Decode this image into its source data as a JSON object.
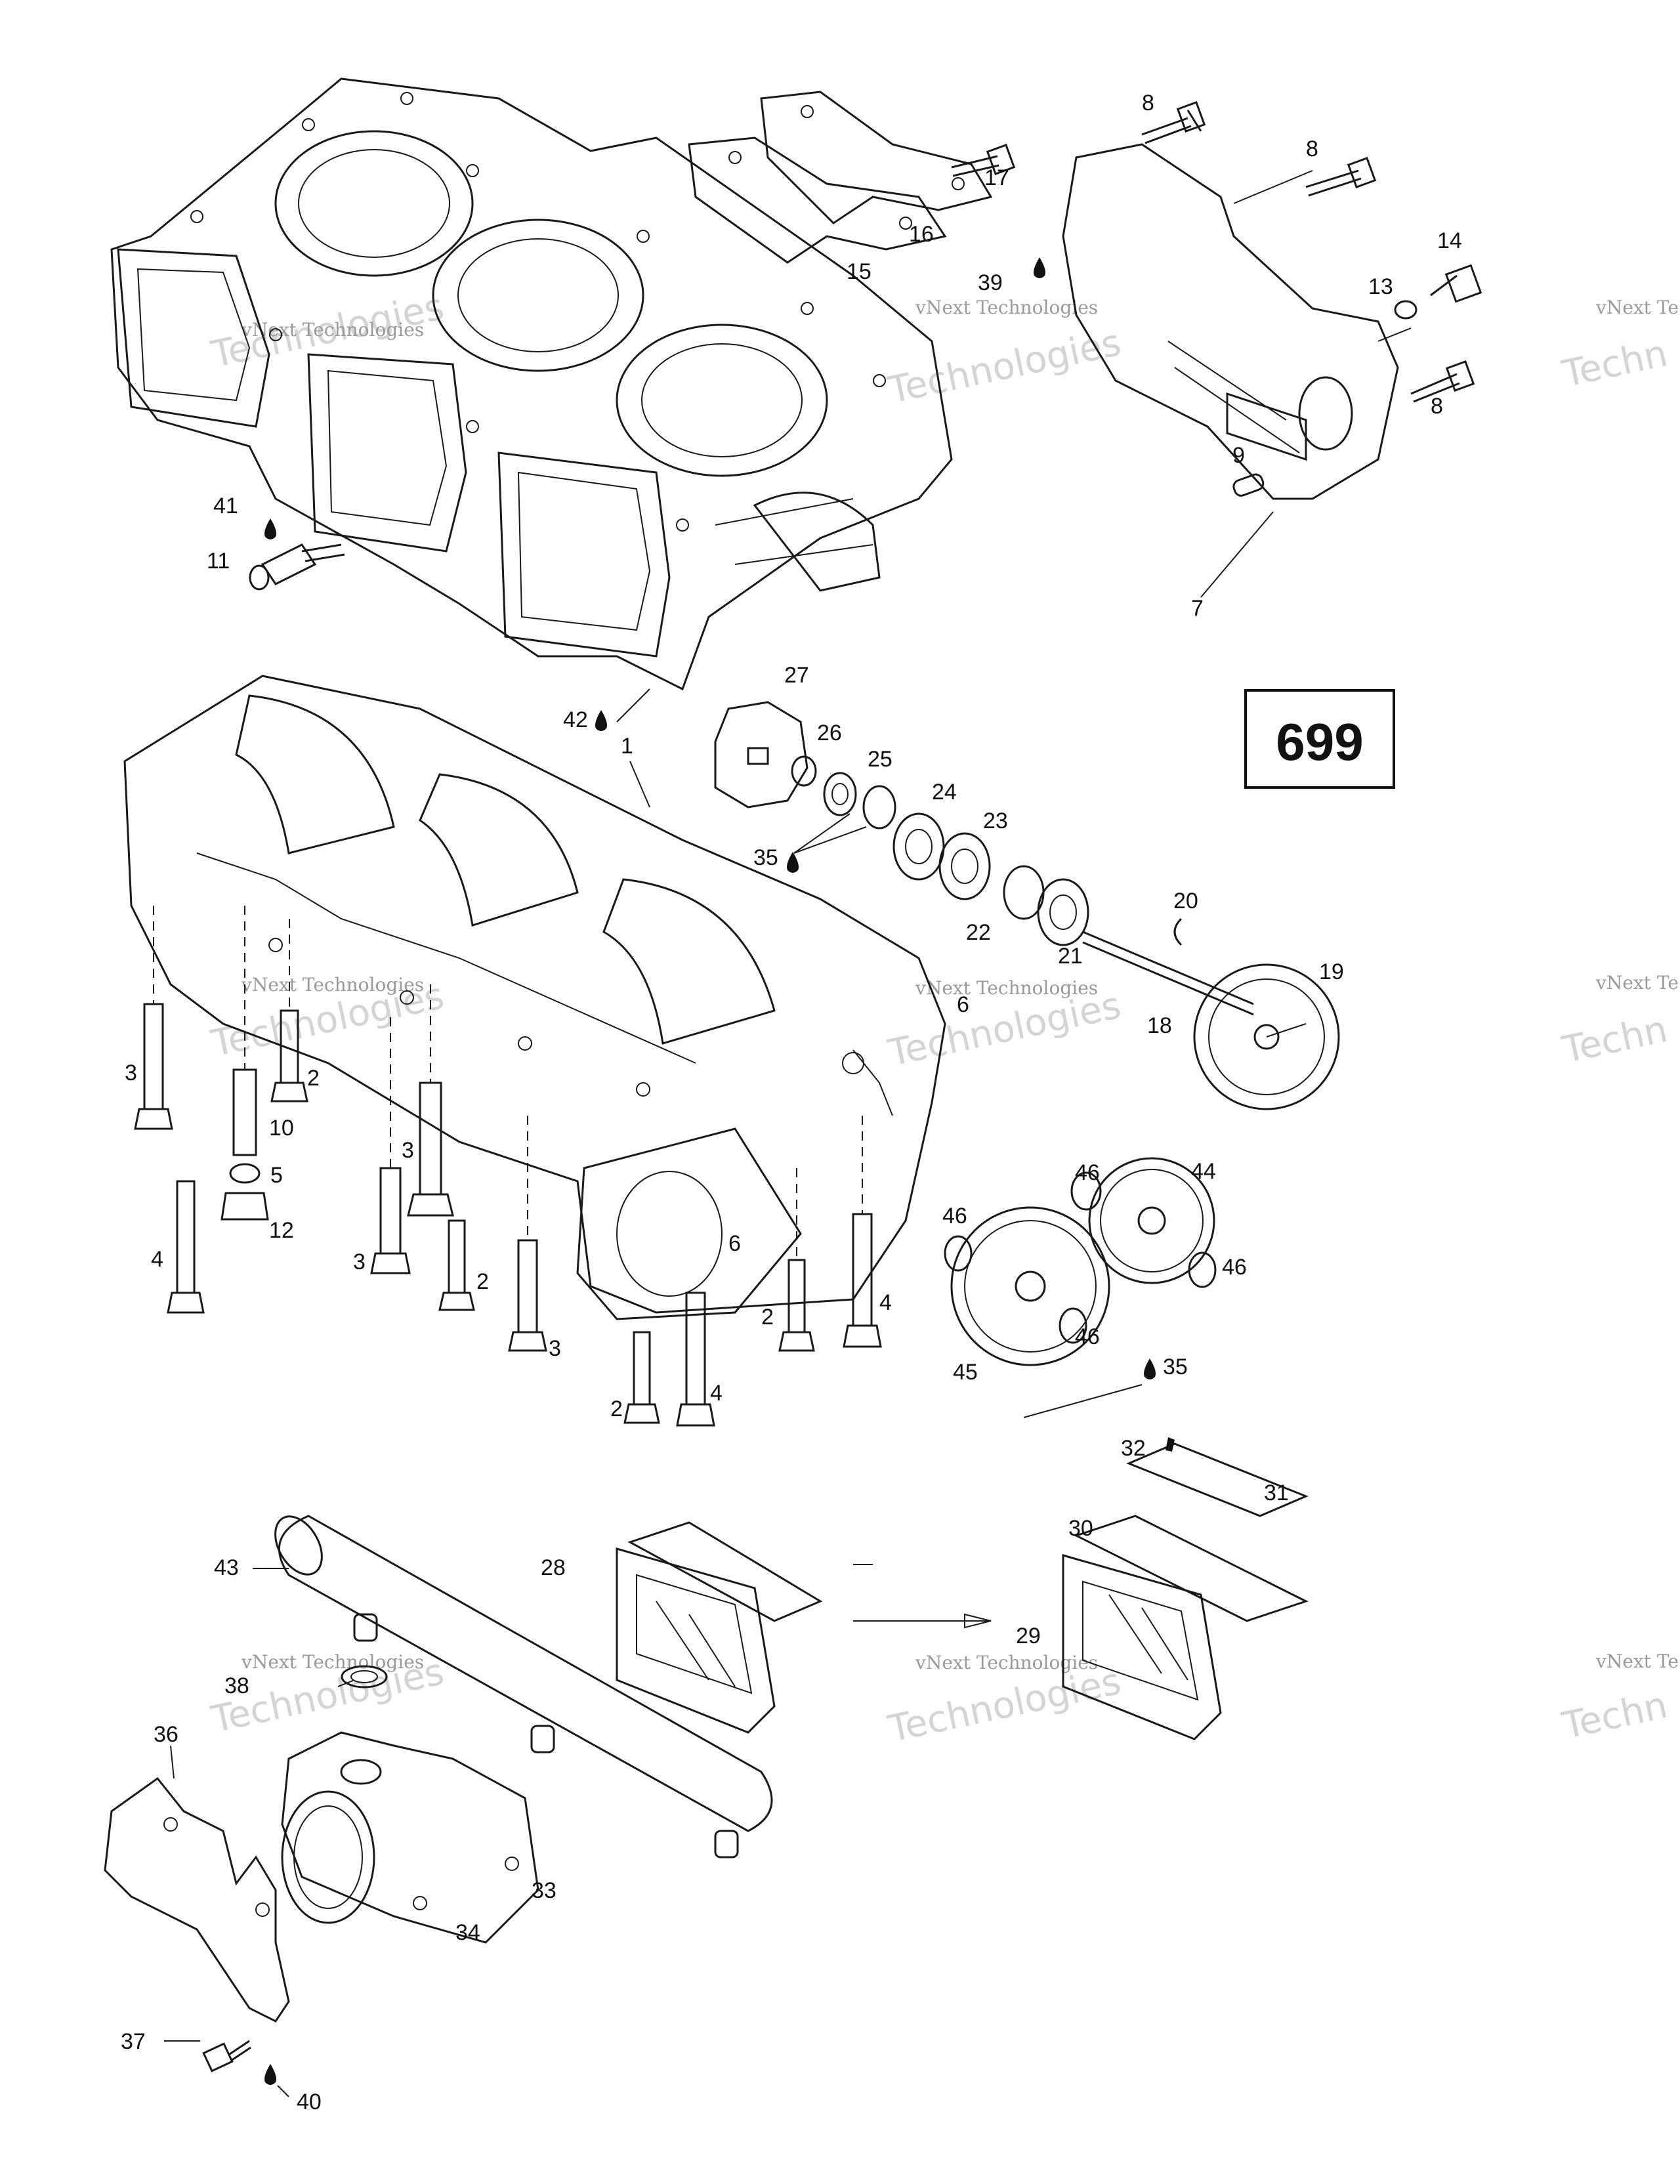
{
  "figure_number": "699",
  "watermarks": [
    {
      "line1": "vNext Technologies",
      "line2": "Technologies"
    },
    {
      "line1": "vNext Technologies",
      "line2": "Technologies"
    },
    {
      "line1": "vNext Te",
      "line2": "Techn"
    },
    {
      "line1": "vNext Technologies",
      "line2": "Technologies"
    },
    {
      "line1": "vNext Technologies",
      "line2": "Technologies"
    },
    {
      "line1": "vNext Te",
      "line2": "Techn"
    },
    {
      "line1": "vNext Technologies",
      "line2": "Technologies"
    },
    {
      "line1": "vNext Technologies",
      "line2": "Technologies"
    },
    {
      "line1": "vNext Te",
      "line2": "Techn"
    }
  ],
  "callouts": [
    "8",
    "8",
    "17",
    "16",
    "15",
    "39",
    "14",
    "13",
    "8",
    "9",
    "7",
    "41",
    "11",
    "27",
    "42",
    "1",
    "26",
    "25",
    "24",
    "23",
    "35",
    "22",
    "21",
    "20",
    "19",
    "18",
    "6",
    "3",
    "2",
    "10",
    "5",
    "12",
    "4",
    "3",
    "3",
    "2",
    "3",
    "6",
    "2",
    "4",
    "2",
    "4",
    "46",
    "44",
    "46",
    "46",
    "46",
    "45",
    "35",
    "32",
    "31",
    "30",
    "43",
    "28",
    "29",
    "38",
    "36",
    "33",
    "34",
    "37",
    "40"
  ],
  "lubricant_icon": "oil-drop-icon"
}
